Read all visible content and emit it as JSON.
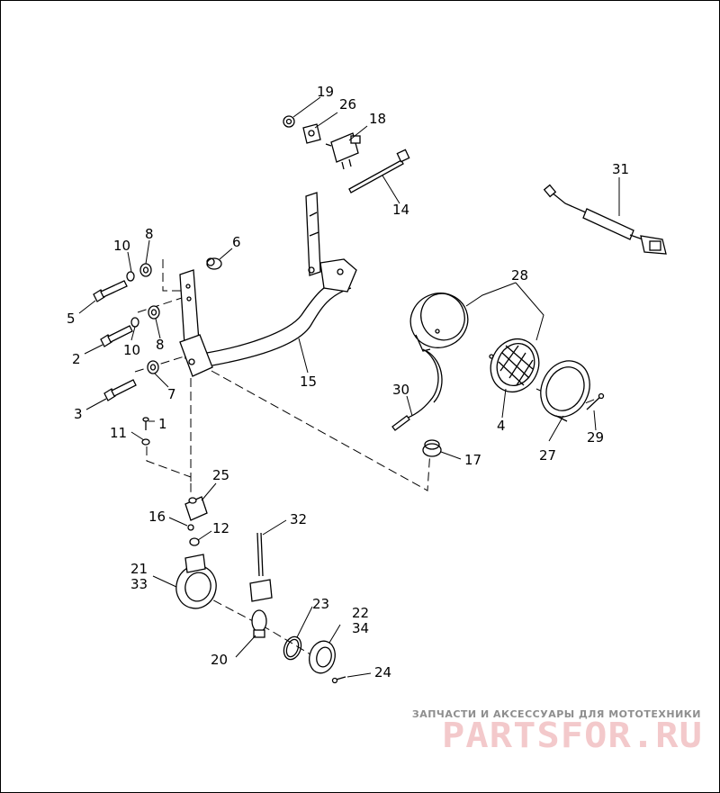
{
  "callouts": [
    {
      "id": "label-19",
      "text": "19"
    },
    {
      "id": "label-26",
      "text": "26"
    },
    {
      "id": "label-18",
      "text": "18"
    },
    {
      "id": "label-14",
      "text": "14"
    },
    {
      "id": "label-31",
      "text": "31"
    },
    {
      "id": "label-10a",
      "text": "10"
    },
    {
      "id": "label-8a",
      "text": "8"
    },
    {
      "id": "label-6",
      "text": "6"
    },
    {
      "id": "label-5",
      "text": "5"
    },
    {
      "id": "label-2",
      "text": "2"
    },
    {
      "id": "label-10b",
      "text": "10"
    },
    {
      "id": "label-8b",
      "text": "8"
    },
    {
      "id": "label-3",
      "text": "3"
    },
    {
      "id": "label-7",
      "text": "7"
    },
    {
      "id": "label-15",
      "text": "15"
    },
    {
      "id": "label-28",
      "text": "28"
    },
    {
      "id": "label-30",
      "text": "30"
    },
    {
      "id": "label-4",
      "text": "4"
    },
    {
      "id": "label-27",
      "text": "27"
    },
    {
      "id": "label-29",
      "text": "29"
    },
    {
      "id": "label-17",
      "text": "17"
    },
    {
      "id": "label-11",
      "text": "11"
    },
    {
      "id": "label-1",
      "text": "1"
    },
    {
      "id": "label-25",
      "text": "25"
    },
    {
      "id": "label-16",
      "text": "16"
    },
    {
      "id": "label-12",
      "text": "12"
    },
    {
      "id": "label-32",
      "text": "32"
    },
    {
      "id": "label-21",
      "text": "21"
    },
    {
      "id": "label-33",
      "text": "33"
    },
    {
      "id": "label-23",
      "text": "23"
    },
    {
      "id": "label-22",
      "text": "22"
    },
    {
      "id": "label-34",
      "text": "34"
    },
    {
      "id": "label-20",
      "text": "20"
    },
    {
      "id": "label-24",
      "text": "24"
    }
  ],
  "watermark": {
    "tagline": "ЗАПЧАСТИ И АКСЕССУАРЫ ДЛЯ МОТОТЕХНИКИ",
    "logo": "PARTSFOR.RU"
  },
  "colors": {
    "line": "#000000",
    "background": "#ffffff",
    "watermark_text": "#8e8e8e",
    "watermark_logo": "#f3c9cb"
  }
}
